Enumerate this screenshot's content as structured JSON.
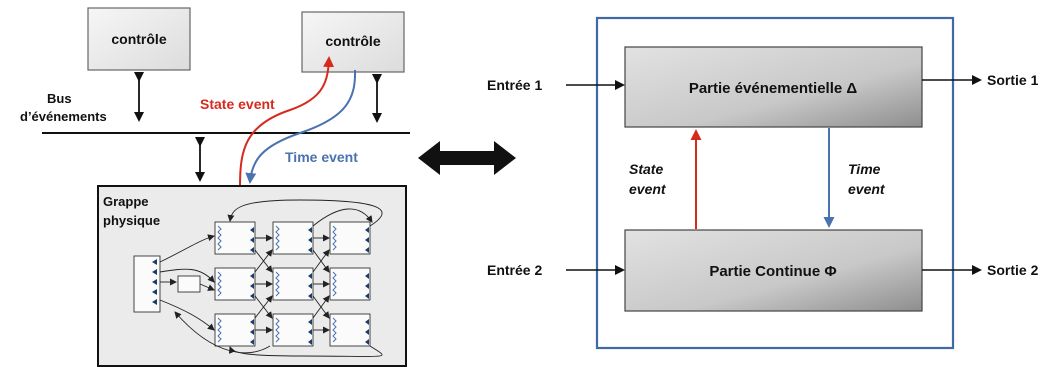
{
  "left": {
    "control_left": "contrôle",
    "control_right": "contrôle",
    "bus_label_1": "Bus",
    "bus_label_2": "d’événements",
    "state_event": "State event",
    "time_event": "Time event",
    "grappe_1": "Grappe",
    "grappe_2": "physique"
  },
  "right": {
    "input1": "Entrée 1",
    "input2": "Entrée 2",
    "output1": "Sortie 1",
    "output2": "Sortie 2",
    "event_block": "Partie événementielle Δ",
    "continuous_block": "Partie Continue Φ",
    "state_event_1": "State",
    "state_event_2": "event",
    "time_event_1": "Time",
    "time_event_2": "event"
  },
  "colors": {
    "state_event": "#d62a1e",
    "time_event": "#4a72b0",
    "frame": "#3f6aa8"
  }
}
